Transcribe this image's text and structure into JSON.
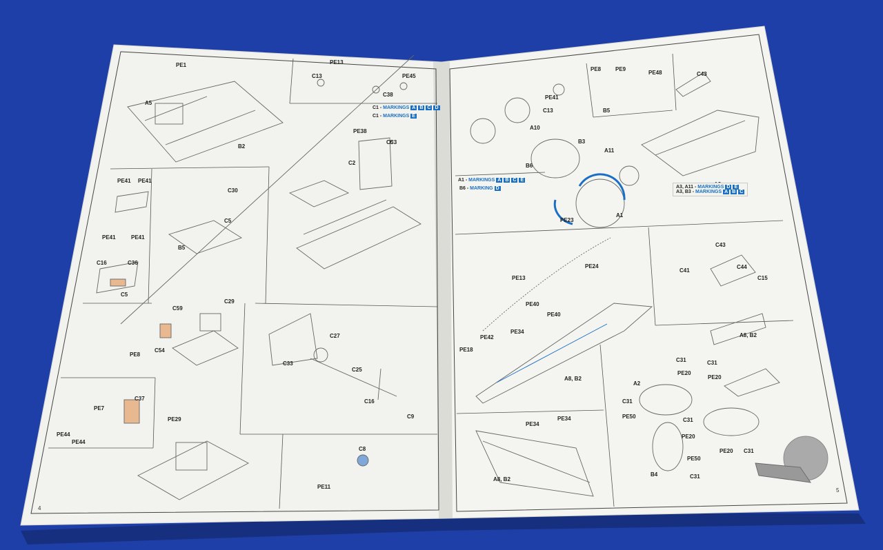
{
  "colors": {
    "background": "#1f3fa8",
    "paper": "#f2f2ee",
    "line": "#555555",
    "accent_blue": "#1a6fc4",
    "accent_orange": "#e0a070"
  },
  "pages": {
    "left_number": "4",
    "right_number": "5"
  },
  "left_labels": [
    "PE1",
    "A5",
    "B2",
    "PE13",
    "C13",
    "PE45",
    "C38",
    "PE38",
    "C5",
    "C2",
    "C3",
    "PE41",
    "PE41",
    "C30",
    "C5",
    "B5",
    "PE41",
    "PE41",
    "C16",
    "C36",
    "C5",
    "C29",
    "C59",
    "PE8",
    "C54",
    "C27",
    "C25",
    "C33",
    "C16",
    "C9",
    "C37",
    "PE7",
    "PE44",
    "PE44",
    "PE29",
    "C8",
    "PE11"
  ],
  "left_markings": {
    "line1_prefix": "C1 - ",
    "line1": "MARKINGS",
    "line1_letters": [
      "A",
      "B",
      "C",
      "D"
    ],
    "line2_prefix": "C1 - ",
    "line2": "MARKINGS",
    "line2_letters": [
      "E"
    ]
  },
  "right_labels": [
    "PE41",
    "C13",
    "A10",
    "PE9",
    "PE8",
    "PE48",
    "B5",
    "C43",
    "B3",
    "A11",
    "B6",
    "A3",
    "PE23",
    "A1",
    "PE13",
    "PE24",
    "PE40",
    "PE40",
    "PE42",
    "PE34",
    "PE18",
    "A8, B2",
    "C43",
    "C44",
    "C41",
    "C15",
    "A8, B2",
    "C31",
    "C31",
    "PE20",
    "PE20",
    "A2",
    "C31",
    "PE50",
    "C31",
    "PE20",
    "PE34",
    "PE34",
    "A8, B2",
    "B4",
    "PE50",
    "C31",
    "PE20",
    "C31"
  ],
  "right_markings": {
    "a1_prefix": "A1 - ",
    "a1": "MARKINGS",
    "a1_letters": [
      "A",
      "B",
      "C",
      "E"
    ],
    "b6_prefix": "B6 - ",
    "b6": "MARKING",
    "b6_letters": [
      "D"
    ],
    "a3_prefix": "A3, A11 - ",
    "a3": "MARKINGS",
    "a3_letters": [
      "D",
      "E"
    ],
    "a3b_prefix": "A3, B3 - ",
    "a3b": "MARKINGS",
    "a3b_letters": [
      "A",
      "B",
      "C"
    ]
  }
}
